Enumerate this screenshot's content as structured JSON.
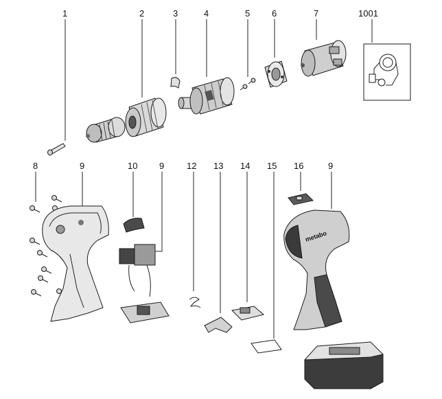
{
  "diagram": {
    "part_labels": {
      "p1": "1",
      "p2": "2",
      "p3": "3",
      "p4": "4",
      "p5": "5",
      "p6": "6",
      "p7": "7",
      "p1001": "1001",
      "p8": "8",
      "p9a": "9",
      "p10": "10",
      "p9b": "9",
      "p12": "12",
      "p13": "13",
      "p14": "14",
      "p15": "15",
      "p16": "16",
      "p9c": "9"
    },
    "housing_brand": "metabo"
  }
}
